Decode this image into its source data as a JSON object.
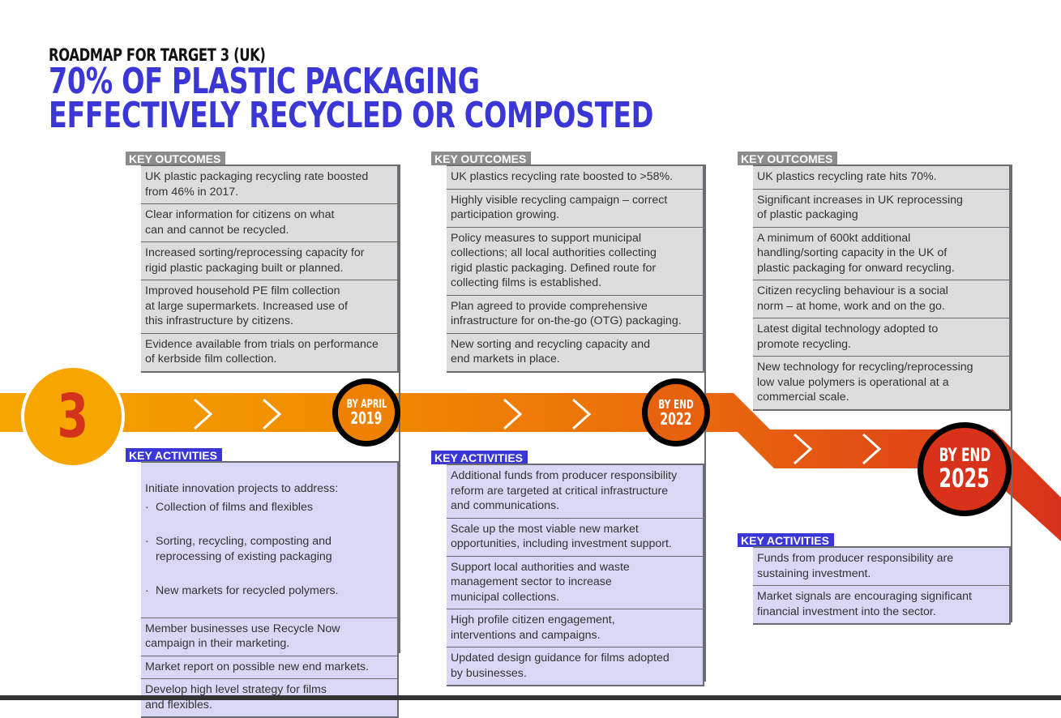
{
  "header": {
    "subtitle": "ROADMAP FOR TARGET 3 (UK)",
    "title_line1": "70% OF PLASTIC PACKAGING",
    "title_line2": "EFFECTIVELY RECYCLED OR COMPOSTED"
  },
  "target_badge": {
    "number": "3"
  },
  "colors": {
    "title_blue": "#3a37d6",
    "outcome_tag": "#8d8d8d",
    "outcome_bg": "#dcdcdc",
    "activity_tag": "#3a37d6",
    "activity_bg": "#d8d8f6",
    "road_start": "#f7a600",
    "road_end": "#d8321a"
  },
  "stages": [
    {
      "milestone": {
        "line1": "BY APRIL",
        "line2": "2019"
      },
      "outcomes_label": "KEY OUTCOMES",
      "outcomes": [
        "UK plastic packaging recycling rate boosted\nfrom 46% in 2017.",
        "Clear information for citizens on what\ncan and cannot be recycled.",
        "Increased sorting/reprocessing capacity for\nrigid plastic packaging built or planned.",
        "Improved household PE film collection\nat large supermarkets. Increased use of\nthis infrastructure by citizens.",
        "Evidence available from trials on performance\nof kerbside film collection."
      ],
      "activities_label": "KEY ACTIVITIES",
      "activities_intro": "Initiate innovation projects to address:",
      "activities_bullets": [
        "Collection of films and flexibles",
        "Sorting, recycling, composting and\nreprocessing of existing packaging",
        "New markets for recycled polymers."
      ],
      "activities": [
        "Member businesses use Recycle Now\ncampaign in their marketing.",
        "Market report on possible new end markets.",
        "Develop high level strategy for films\nand flexibles."
      ]
    },
    {
      "milestone": {
        "line1": "BY END",
        "line2": "2022"
      },
      "outcomes_label": "KEY OUTCOMES",
      "outcomes": [
        "UK plastics recycling rate boosted to >58%.",
        "Highly visible recycling campaign – correct\nparticipation growing.",
        "Policy measures to support municipal\ncollections; all local authorities collecting\nrigid plastic packaging. Defined route for\ncollecting films is established.",
        "Plan agreed to provide comprehensive\ninfrastructure for on-the-go (OTG) packaging.",
        "New sorting and recycling capacity and\nend markets in place."
      ],
      "activities_label": "KEY ACTIVITIES",
      "activities": [
        "Additional funds from producer responsibility\nreform are targeted at critical infrastructure\nand communications.",
        "Scale up the most viable new market\nopportunities, including investment support.",
        "Support local authorities and waste\nmanagement sector to increase\nmunicipal collections.",
        "High profile citizen engagement,\ninterventions and campaigns.",
        "Updated design guidance for films adopted\nby businesses."
      ]
    },
    {
      "milestone": {
        "line1": "BY END",
        "line2": "2025"
      },
      "outcomes_label": "KEY OUTCOMES",
      "outcomes": [
        "UK plastics recycling rate hits 70%.",
        "Significant increases in UK reprocessing\nof plastic packaging",
        "A minimum of 600kt additional\nhandling/sorting capacity in the UK of\nplastic packaging for onward recycling.",
        "Citizen recycling behaviour is a social\nnorm – at home, work and on the go.",
        "Latest digital technology adopted to\npromote recycling.",
        "New technology for recycling/reprocessing\nlow value polymers is operational at a\ncommercial scale."
      ],
      "activities_label": "KEY ACTIVITIES",
      "activities": [
        "Funds from producer responsibility are\nsustaining investment.",
        "Market signals are encouraging significant\nfinancial investment into the sector."
      ]
    }
  ]
}
